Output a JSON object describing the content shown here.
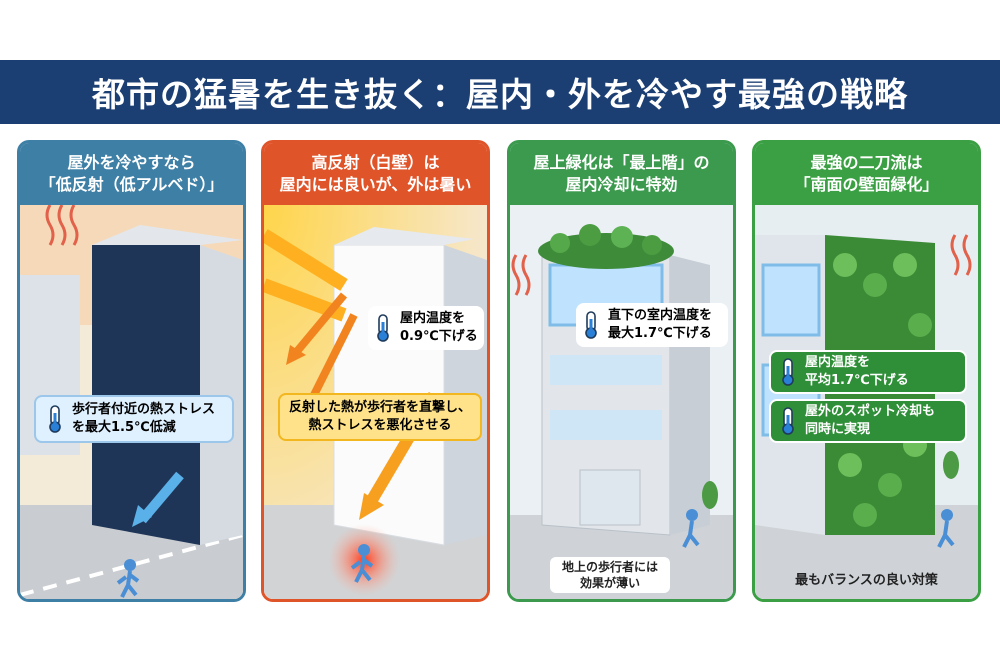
{
  "title": "都市の猛暑を生き抜く：屋内・外を冷やす最強の戦略",
  "colors": {
    "banner": "#1c3f73",
    "panel1": "#3e7fa6",
    "panel2": "#e0542a",
    "panel3": "#3c9a4e",
    "panel4": "#3aa043"
  },
  "panels": [
    {
      "heading": [
        "屋外を冷やすなら",
        "「低反射（低アルベド）」"
      ],
      "callouts": [
        {
          "lines": [
            "歩行者付近の熱ストレス",
            "を最大1.5℃低減"
          ],
          "icon": "thermometer-icon"
        }
      ]
    },
    {
      "heading": [
        "高反射（白壁）は",
        "屋内には良いが、外は暑い"
      ],
      "callouts": [
        {
          "lines": [
            "屋内温度を",
            "0.9℃下げる"
          ],
          "icon": "thermometer-icon"
        },
        {
          "lines": [
            "反射した熱が歩行者を直撃し、",
            "熱ストレスを悪化させる"
          ]
        }
      ]
    },
    {
      "heading": [
        "屋上緑化は「最上階」の",
        "屋内冷却に特効"
      ],
      "callouts": [
        {
          "lines": [
            "直下の室内温度を",
            "最大1.7℃下げる"
          ],
          "icon": "thermometer-icon"
        }
      ],
      "note": [
        "地上の歩行者には",
        "効果が薄い"
      ]
    },
    {
      "heading": [
        "最強の二刀流は",
        "「南面の壁面緑化」"
      ],
      "callouts": [
        {
          "lines": [
            "屋内温度を",
            "平均1.7℃下げる"
          ],
          "icon": "thermometer-icon"
        },
        {
          "lines": [
            "屋外のスポット冷却も",
            "同時に実現"
          ],
          "icon": "thermometer-icon"
        }
      ],
      "note": [
        "最もバランスの良い対策"
      ]
    }
  ]
}
